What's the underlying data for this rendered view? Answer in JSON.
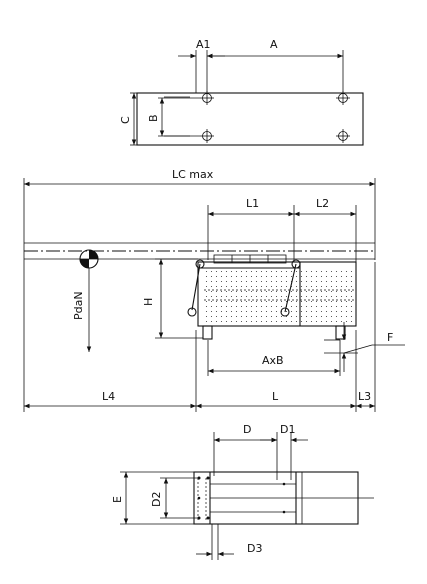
{
  "labels": {
    "a1": "A1",
    "a": "A",
    "c": "C",
    "b": "B",
    "lc_max": "LC max",
    "l1": "L1",
    "l2": "L2",
    "h": "H",
    "pdan": "PdaN",
    "axb": "AxB",
    "f": "F",
    "l4": "L4",
    "l": "L",
    "l3": "L3",
    "d": "D",
    "d1": "D1",
    "e": "E",
    "d2": "D2",
    "d3": "D3"
  }
}
